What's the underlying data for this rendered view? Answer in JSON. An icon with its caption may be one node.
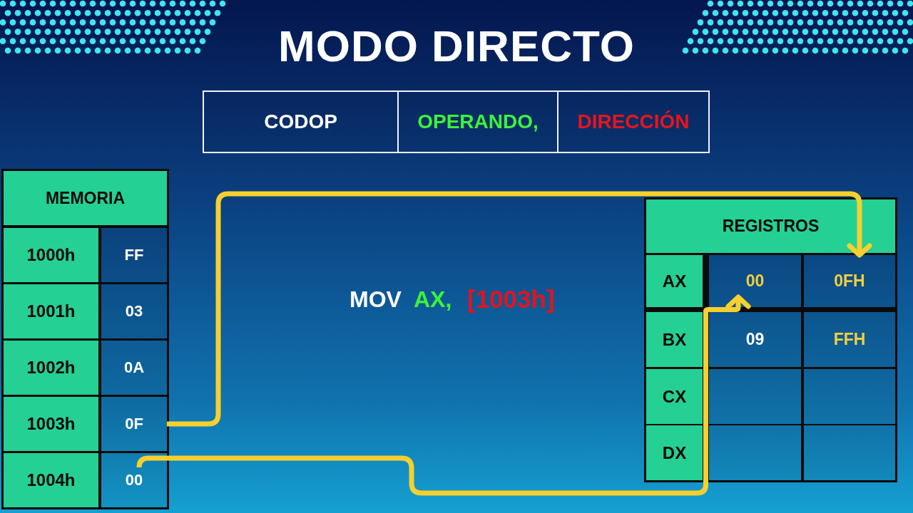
{
  "diagram": {
    "title": "MODO DIRECTO",
    "nodes": [
      {
        "text": [
          "CODOP"
        ]
      },
      {
        "text": [
          "OPERANDO,"
        ]
      },
      {
        "text": [
          "DIRECCIÓN"
        ]
      },
      {
        "text": [
          "MEMORIA"
        ]
      },
      {
        "text": [
          "1000h"
        ],
        "in": 3
      },
      {
        "text": [
          "FF"
        ],
        "in": 3
      },
      {
        "text": [
          "1001h"
        ],
        "in": 3
      },
      {
        "text": [
          "03"
        ],
        "in": 3
      },
      {
        "text": [
          "1002h"
        ],
        "in": 3
      },
      {
        "text": [
          "0A"
        ],
        "in": 3
      },
      {
        "text": [
          "1003h"
        ],
        "in": 3
      },
      {
        "text": [
          "0F"
        ],
        "in": 3
      },
      {
        "text": [
          "1004h"
        ],
        "in": 3
      },
      {
        "text": [
          "00"
        ],
        "in": 3
      },
      {
        "text": [
          "REGISTROS"
        ]
      },
      {
        "text": [
          "AX"
        ],
        "in": 14
      },
      {
        "text": [
          "00"
        ],
        "in": 14
      },
      {
        "text": [
          "0FH"
        ],
        "in": 14
      },
      {
        "text": [
          "BX"
        ],
        "in": 14
      },
      {
        "text": [
          "09"
        ],
        "in": 14
      },
      {
        "text": [
          "FFH"
        ],
        "in": 14
      },
      {
        "text": [
          "CX"
        ],
        "in": 14
      },
      {
        "text": [],
        "shape": "box",
        "in": 14
      },
      {
        "text": [],
        "shape": "box",
        "in": 14
      },
      {
        "text": [
          "DX"
        ],
        "in": 14
      },
      {
        "text": [],
        "shape": "box",
        "in": 14
      },
      {
        "text": [],
        "shape": "box",
        "in": 14
      }
    ],
    "edges": [
      {
        "from": 11,
        "to": 17,
        "arrow": "to"
      },
      {
        "from": 13,
        "to": 16,
        "arrow": "to"
      }
    ],
    "labels": [
      "MOV",
      "AX,",
      "[1003h]"
    ]
  }
}
